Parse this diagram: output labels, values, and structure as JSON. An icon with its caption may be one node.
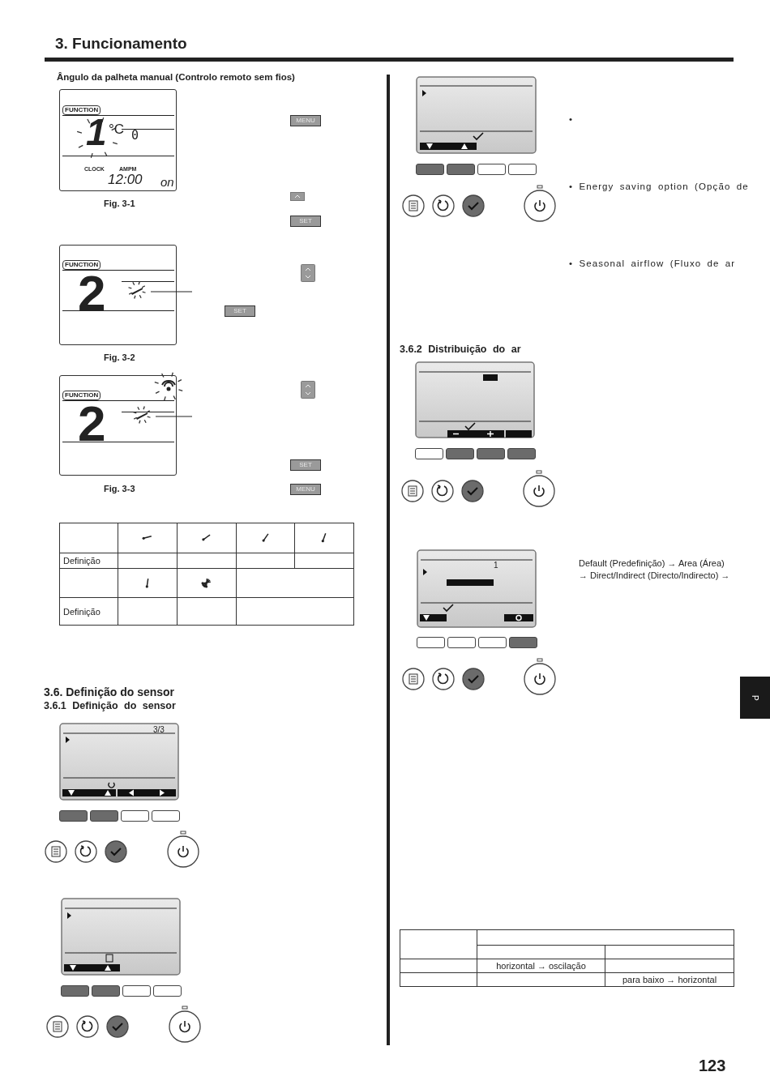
{
  "diagram": {
    "title": "3. Funcionamento",
    "nodes": [
      {
        "text": [],
        "shape": "icon"
      },
      {
        "text": [],
        "shape": "icon"
      }
    ],
    "edges": [
      {
        "from": null,
        "to": 0,
        "arrow": "none"
      },
      {
        "from": null,
        "to": 1,
        "arrow": "none"
      }
    ],
    "labels": [
      "Ângulo da palheta manual (Controlo remoto sem fios)",
      "FUNCTION",
      "1",
      "°C",
      "0",
      "CLOCK",
      "AMPM",
      "12:00",
      "on",
      "MENU",
      "Fig. 3-1",
      "SET",
      "FUNCTION",
      "2",
      "SET",
      "Fig. 3-2",
      "FUNCTION",
      "2",
      "SET",
      "Fig. 3-3",
      "MENU",
      "Definição",
      "Definição",
      "3.6. Definição do sensor",
      "3.6.1 Definição do sensor",
      "3/3",
      "•",
      "• Energy saving option (Opção de",
      "• Seasonal airflow (Fluxo de ar",
      "3.6.2 Distribuição do ar",
      "1",
      "Default (Predefinição) → Area (Área) → Direct/Indirect (Directo/Indirecto) →",
      "P",
      "horizontal → oscilação",
      "para baixo → horizontal",
      "123"
    ]
  }
}
